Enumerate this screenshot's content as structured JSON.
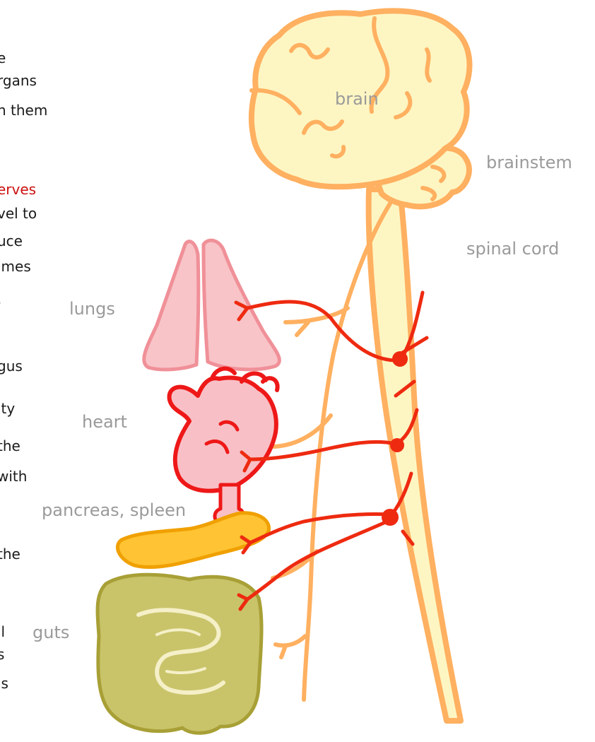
{
  "labels": {
    "brain": "brain",
    "brainstem": "brainstem",
    "spinal_cord": "spinal cord",
    "lungs": "lungs",
    "heart": "heart",
    "pancreas_spleen": "pancreas, spleen",
    "guts": "guts"
  },
  "left_text_fragments": [
    "e",
    "rgans",
    "n them",
    "erves",
    "vel to",
    "uce",
    "imes",
    ".",
    "gus",
    "ity",
    "the",
    "with",
    "the",
    "ll",
    "s",
    "is"
  ],
  "colors": {
    "brain_fill": "#fdf6c3",
    "nerve_orange": "#ffb060",
    "sympathetic_red": "#ee2a10",
    "lung_fill": "#f8c4c8",
    "heart_fill": "#f8c0c6",
    "pancreas_fill": "#ffc333",
    "guts_fill": "#c9c46a",
    "highlight_text": "#cc1010"
  }
}
